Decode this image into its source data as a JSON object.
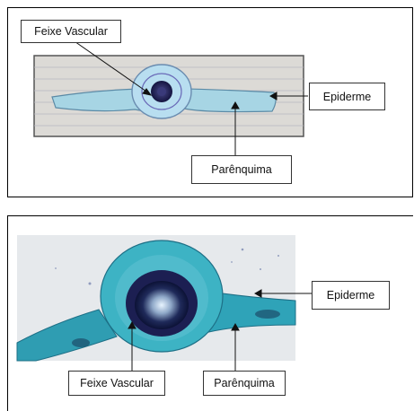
{
  "top_figure": {
    "labels": {
      "vascular_bundle": "Feixe Vascular",
      "epidermis": "Epiderme",
      "parenchyma": "Parênquima"
    }
  },
  "bottom_figure": {
    "labels": {
      "vascular_bundle": "Feixe Vascular",
      "epidermis": "Epiderme",
      "parenchyma": "Parênquima"
    }
  },
  "colors": {
    "drawing_tissue": "#9fd3e0",
    "drawing_paper": "#d9d7d3",
    "micrograph_tissue": "#2a9fb5",
    "micrograph_background": "#e7eaec",
    "vascular_core": "#1b1f4a"
  }
}
